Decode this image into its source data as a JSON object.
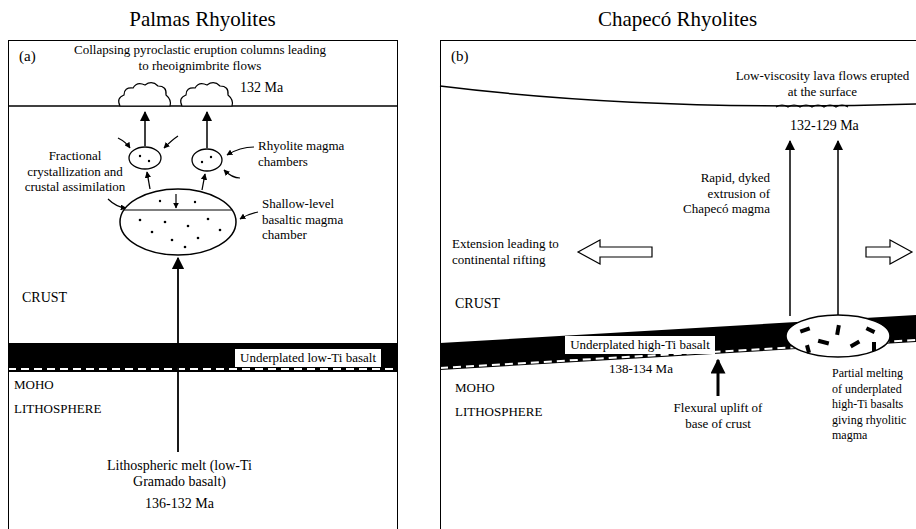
{
  "diagram": {
    "nodes": [
      {
        "text": [
          "Palmas Rhyolites",
          "(a)"
        ]
      },
      {
        "text": [
          "Chapecó Rhyolites",
          "(b)"
        ]
      },
      {
        "text": [
          "Underplated low-Ti basalt"
        ],
        "in": 0
      },
      {
        "text": [
          "Underplated high-Ti basalt"
        ],
        "in": 1
      }
    ],
    "labels": [
      "Collapsing pyroclastic eruption columns leading to rheoignimbrite flows",
      "132 Ma",
      "Fractional crystallization and crustal assimilation",
      "Rhyolite magma chambers",
      "Shallow-level basaltic magma chamber",
      "CRUST",
      "MOHO",
      "LITHOSPHERE",
      "Lithospheric melt (low-Ti Gramado basalt)",
      "136-132 Ma",
      "Low-viscosity lava flows erupted at the surface",
      "132-129 Ma",
      "Rapid, dyked extrusion of Chapecó magma",
      "Extension leading to continental rifting",
      "CRUST",
      "138-134 Ma",
      "MOHO",
      "LITHOSPHERE",
      "Flexural uplift of base of crust",
      "Partial melting of underplated high-Ti basalts giving rhyolitic magma"
    ]
  }
}
